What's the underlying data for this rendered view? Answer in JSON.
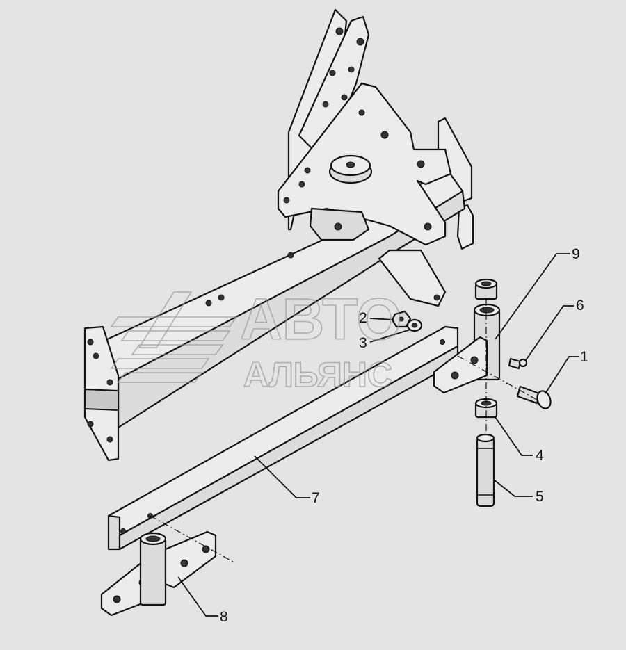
{
  "callouts": {
    "1": "1",
    "2": "2",
    "3": "3",
    "4": "4",
    "5": "5",
    "6": "6",
    "7": "7",
    "8": "8",
    "9": "9"
  },
  "watermark": {
    "line1": "АВТО",
    "line2": "АЛЬЯНС"
  },
  "colors": {
    "background": "#e4e4e4",
    "line": "#111111",
    "watermark": "#9a9a9a"
  }
}
